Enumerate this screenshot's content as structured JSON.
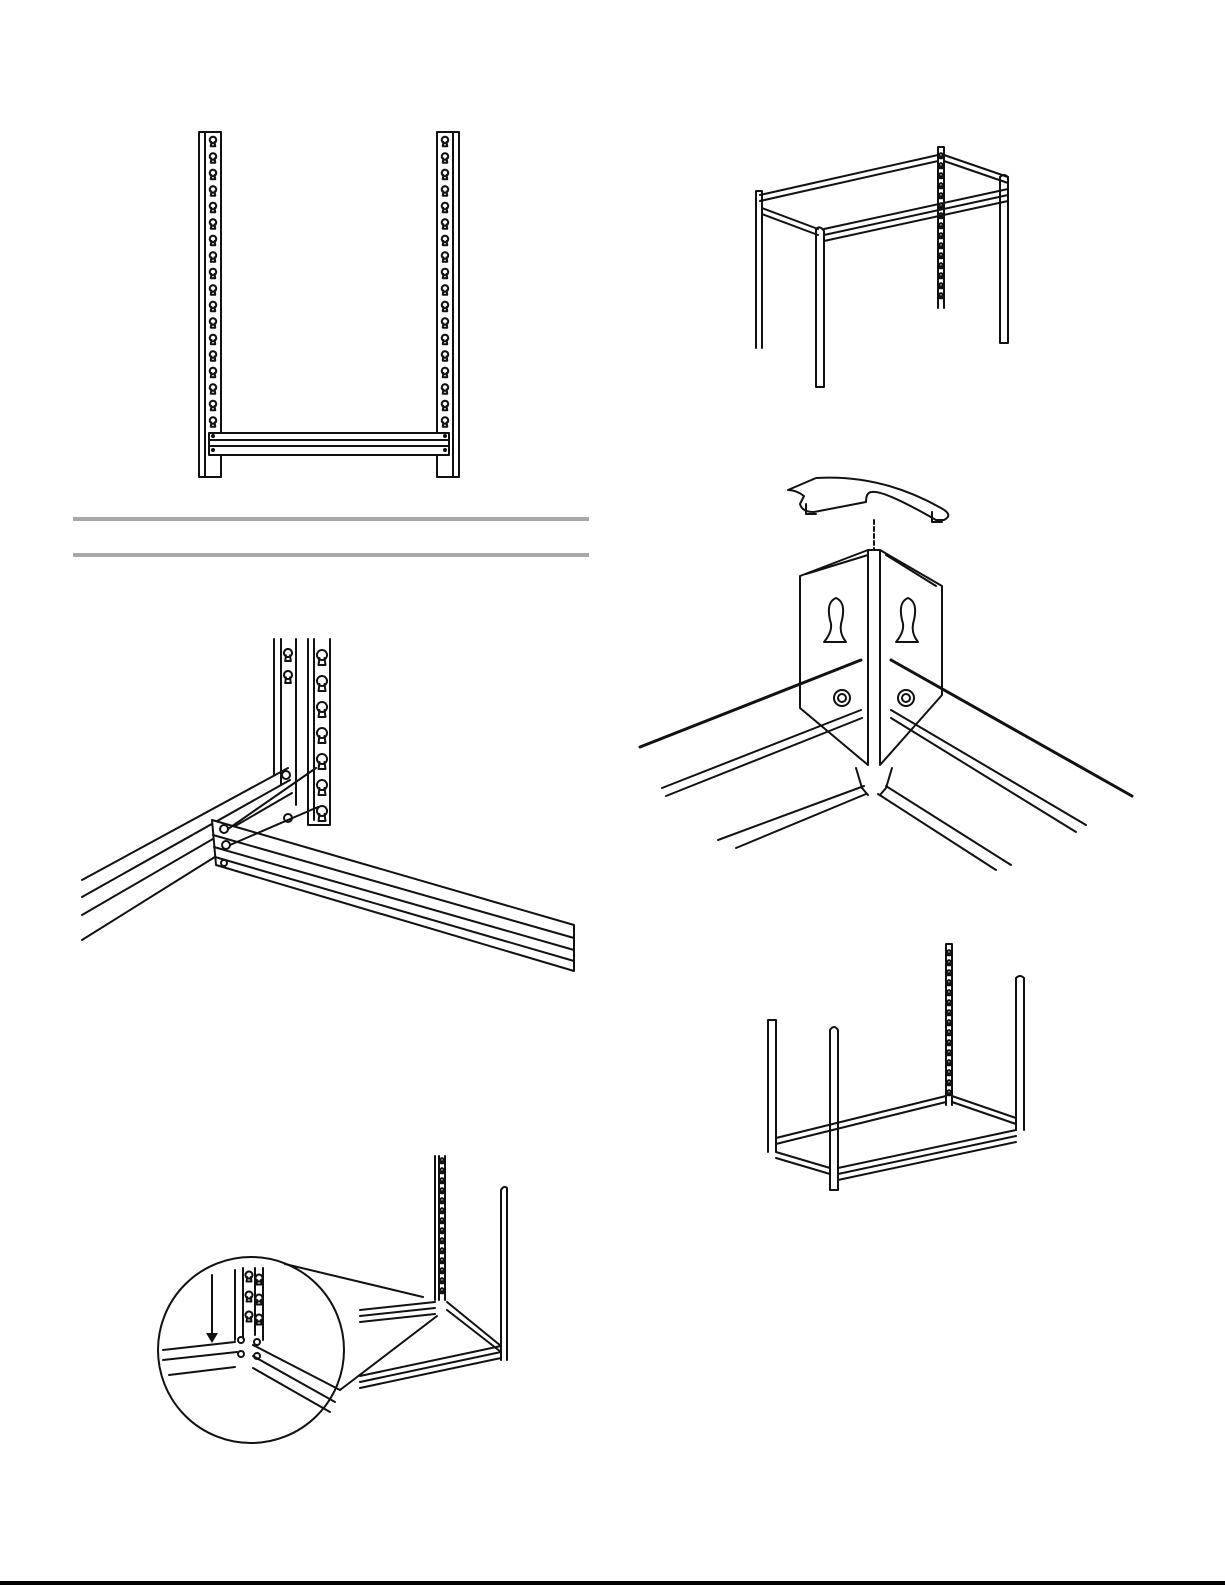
{
  "page": {
    "figures": [
      {
        "id": "frame-front-view",
        "icon": "upright-frame-illustration"
      },
      {
        "id": "beam-to-post-connection",
        "icon": "beam-post-illustration"
      },
      {
        "id": "bottom-corner-assembly-detail",
        "icon": "magnified-detail-illustration"
      },
      {
        "id": "top-frame-assembly",
        "icon": "top-frame-illustration"
      },
      {
        "id": "corner-cap-installation",
        "icon": "corner-cap-illustration"
      },
      {
        "id": "bottom-frame-assembly",
        "icon": "bottom-frame-illustration"
      }
    ],
    "colors": {
      "line": "#111111",
      "rule": "#a8a8a8",
      "background": "#ffffff"
    }
  }
}
